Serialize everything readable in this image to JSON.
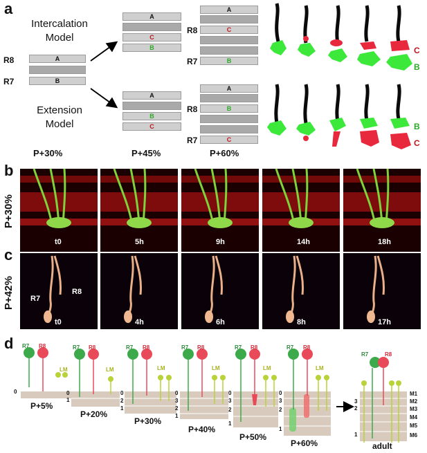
{
  "panel_a": {
    "letter": "a",
    "intercalation_title_1": "Intercalation",
    "intercalation_title_2": "Model",
    "extension_title_1": "Extension",
    "extension_title_2": "Model",
    "r8": "R8",
    "r7": "R7",
    "layer_A": "A",
    "layer_B": "B",
    "layer_C": "C",
    "stages": [
      "P+30%",
      "P+45%",
      "P+60%"
    ],
    "cartoon_labels": {
      "c": "C",
      "b": "B"
    },
    "colors": {
      "r7": "#3ce93a",
      "r8": "#e8283c",
      "axon": "#0a0a0a"
    }
  },
  "panel_b": {
    "letter": "b",
    "side_label": "P+30%",
    "times": [
      "t0",
      "5h",
      "9h",
      "14h",
      "18h"
    ]
  },
  "panel_c": {
    "letter": "c",
    "side_label": "P+42%",
    "times": [
      "t0",
      "4h",
      "6h",
      "8h",
      "17h"
    ],
    "r7": "R7",
    "r8": "R8"
  },
  "panel_d": {
    "letter": "d",
    "stages": [
      "P+5%",
      "P+20%",
      "P+30%",
      "P+40%",
      "P+50%",
      "P+60%",
      "adult"
    ],
    "r7": "R7",
    "r8": "R8",
    "lm": "LM",
    "medulla_layers": [
      "M1",
      "M2",
      "M3",
      "M4",
      "M5",
      "M6"
    ],
    "layer_numbers": [
      "0",
      "1",
      "2",
      "3"
    ]
  }
}
